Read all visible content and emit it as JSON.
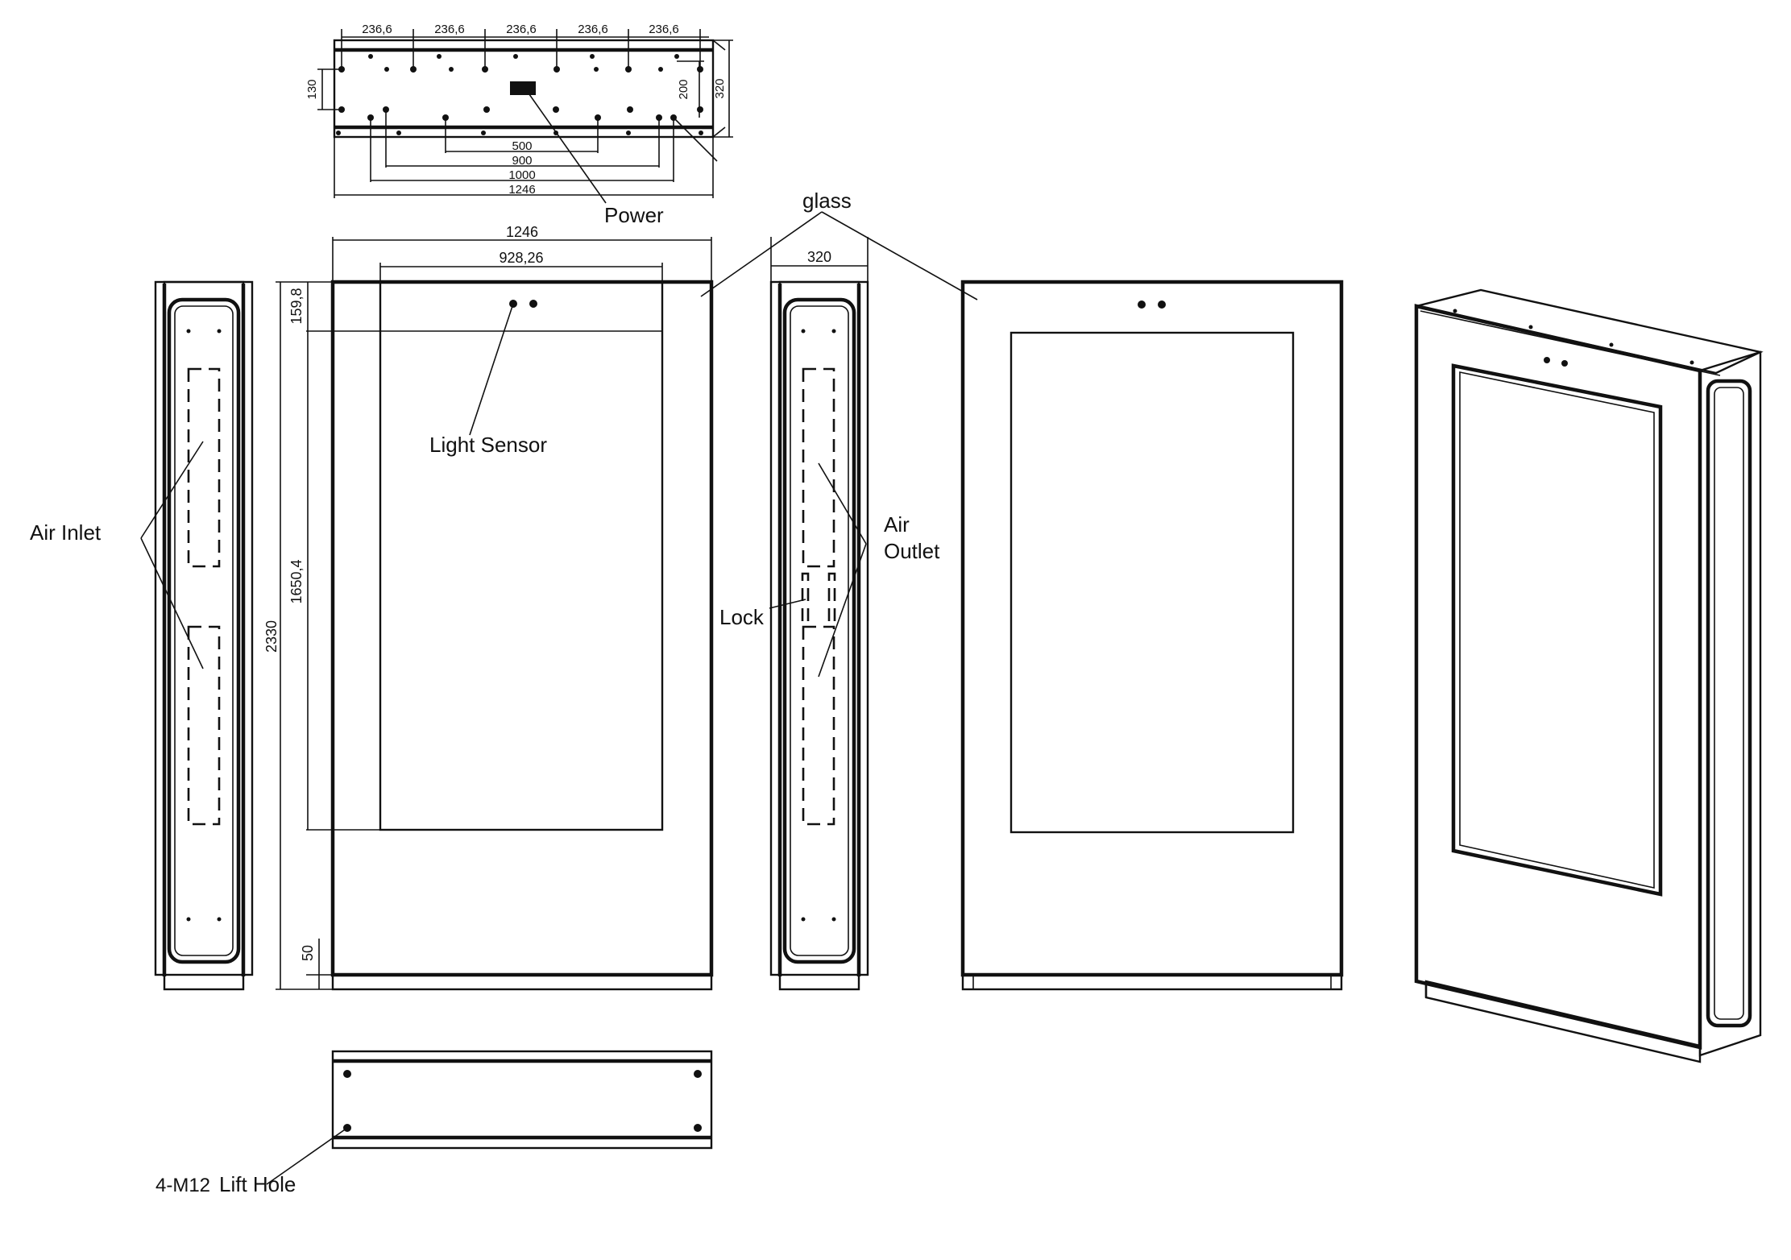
{
  "labels": {
    "power": "Power",
    "glass": "glass",
    "light_sensor": "Light Sensor",
    "air_inlet": "Air Inlet",
    "air_outlet_1": "Air",
    "air_outlet_2": "Outlet",
    "lock": "Lock",
    "lift_spec": "4-M12",
    "lift_hole": "Lift Hole"
  },
  "dimensions": {
    "top_spacing": [
      "236,6",
      "236,6",
      "236,6",
      "236,6",
      "236,6"
    ],
    "top_hole_130": "130",
    "top_hole_200": "200",
    "top_depth": "320",
    "top_500": "500",
    "top_900": "900",
    "top_1000": "1000",
    "top_1246": "1246",
    "front_width": "1246",
    "screen_width": "928,26",
    "side_depth": "320",
    "top_margin": "159,8",
    "screen_height": "1650,4",
    "total_height": "2330",
    "base_height": "50"
  }
}
